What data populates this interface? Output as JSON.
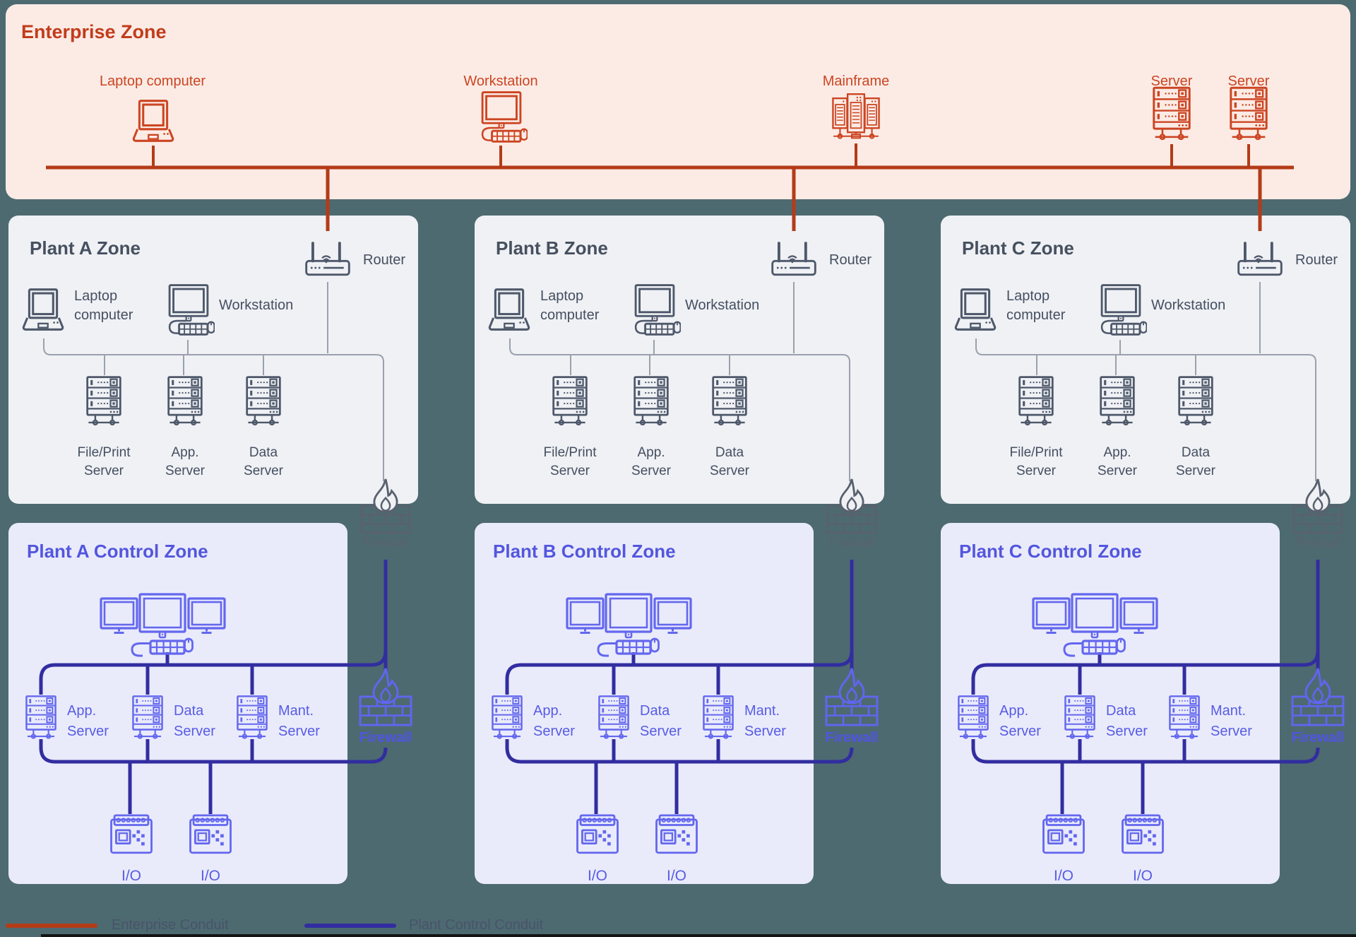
{
  "diagram_title": "Industrial network zone architecture",
  "colors": {
    "background": "#4d6a70",
    "enterprise_bg": "#fcebe5",
    "enterprise_accent": "#cc4522",
    "enterprise_conduit": "#b43b18",
    "plant_zone_bg": "#eff1f5",
    "plant_ink": "#4e586a",
    "plant_thin_line": "#9aa1ad",
    "control_zone_bg": "#e9ebfb",
    "control_ink": "#6467ee",
    "control_title": "#5356dd",
    "plant_control_conduit": "#322da0",
    "firewall_gray": "#59616e",
    "firewall_purple": "#6165ee"
  },
  "enterprise": {
    "title": "Enterprise Zone",
    "devices": [
      {
        "label": "Laptop computer"
      },
      {
        "label": "Workstation"
      },
      {
        "label": "Mainframe"
      },
      {
        "label": "Server"
      },
      {
        "label": "Server"
      }
    ]
  },
  "labels": {
    "router": "Router",
    "laptop_line1": "Laptop",
    "laptop_line2": "computer",
    "workstation": "Workstation",
    "firewall": "Firewall",
    "io": "I/O"
  },
  "plant_servers": [
    {
      "line1": "File/Print",
      "line2": "Server"
    },
    {
      "line1": "App.",
      "line2": "Server"
    },
    {
      "line1": "Data",
      "line2": "Server"
    }
  ],
  "control_servers": [
    {
      "line1": "App.",
      "line2": "Server"
    },
    {
      "line1": "Data",
      "line2": "Server"
    },
    {
      "line1": "Mant.",
      "line2": "Server"
    }
  ],
  "columns": [
    {
      "zone_title": "Plant A Zone",
      "control_title": "Plant A Control Zone"
    },
    {
      "zone_title": "Plant B Zone",
      "control_title": "Plant B Control Zone"
    },
    {
      "zone_title": "Plant C Zone",
      "control_title": "Plant C Control Zone"
    }
  ],
  "legend": [
    {
      "label": "Enterprise Conduit",
      "color": "#b43b18"
    },
    {
      "label": "Plant Control Conduit",
      "color": "#322da0"
    }
  ]
}
